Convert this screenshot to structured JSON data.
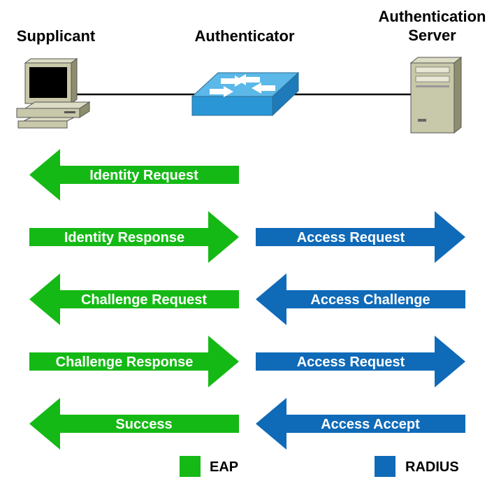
{
  "nodes": {
    "supplicant": "Supplicant",
    "authenticator": "Authenticator",
    "server": "Authentication Server"
  },
  "colors": {
    "eap": "#15b915",
    "radius": "#0f6ab8",
    "arrow_text": "#ffffff"
  },
  "messages": [
    {
      "eap": {
        "label": "Identity Request",
        "direction": "left"
      },
      "radius": null
    },
    {
      "eap": {
        "label": "Identity Response",
        "direction": "right"
      },
      "radius": {
        "label": "Access Request",
        "direction": "right"
      }
    },
    {
      "eap": {
        "label": "Challenge Request",
        "direction": "left"
      },
      "radius": {
        "label": "Access Challenge",
        "direction": "left"
      }
    },
    {
      "eap": {
        "label": "Challenge Response",
        "direction": "right"
      },
      "radius": {
        "label": "Access Request",
        "direction": "right"
      }
    },
    {
      "eap": {
        "label": "Success",
        "direction": "left"
      },
      "radius": {
        "label": "Access Accept",
        "direction": "left"
      }
    }
  ],
  "legend": {
    "eap": "EAP",
    "radius": "RADIUS"
  },
  "icons": {
    "supplicant": "desktop-computer-icon",
    "authenticator": "network-switch-icon",
    "server": "tower-server-icon"
  }
}
